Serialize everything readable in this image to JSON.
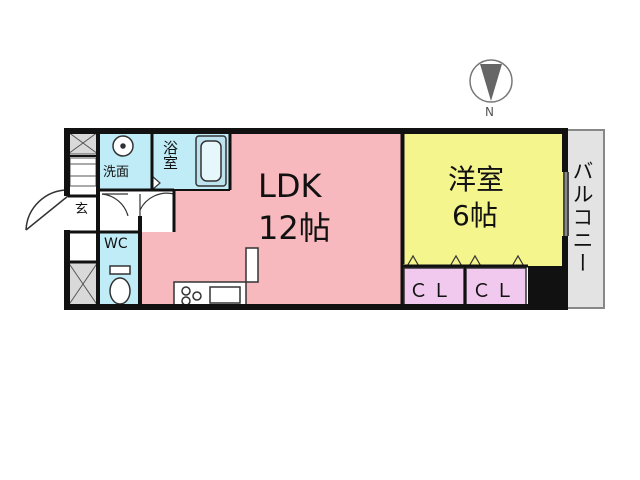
{
  "compass": {
    "label": "N"
  },
  "rooms": {
    "ldk": {
      "name": "LDK",
      "size": "12帖"
    },
    "western": {
      "name": "洋室",
      "size": "6帖"
    },
    "bath": {
      "name": "浴室"
    },
    "washroom": {
      "name": "洗面"
    },
    "wc": {
      "name": "WC"
    },
    "entrance": {
      "name": "玄"
    },
    "balcony": {
      "name": "バルコニー"
    },
    "closet1": {
      "name": "ＣＬ"
    },
    "closet2": {
      "name": "ＣＬ"
    }
  },
  "colors": {
    "ldk": "#f7b9bd",
    "western": "#f5f58e",
    "wet_area": "#c0ecf7",
    "closet": "#f1c9ee",
    "balcony": "#e3e3e3",
    "wall": "#111111",
    "storage": "#d9d9d9"
  }
}
